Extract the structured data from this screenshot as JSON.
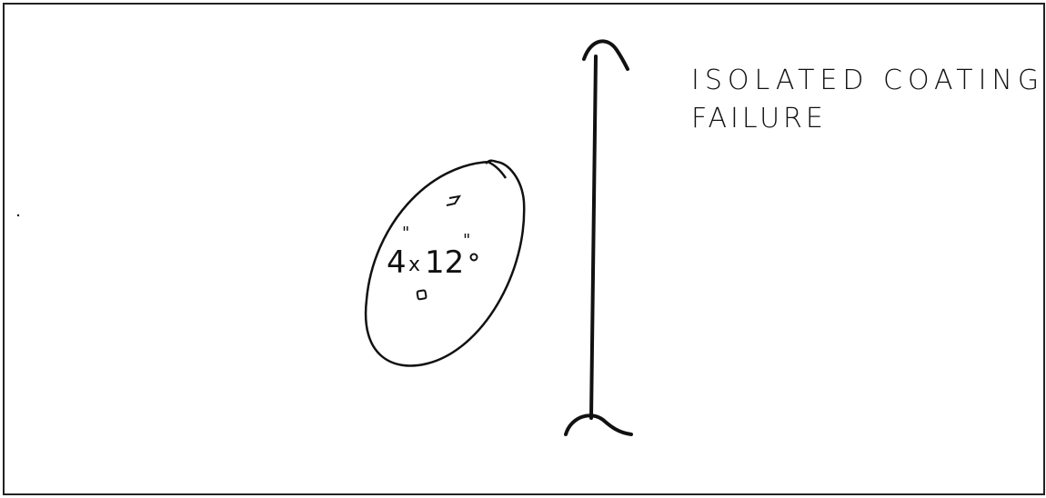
{
  "note": {
    "line1": "ISOLATED COATING",
    "line2": "FAILURE"
  },
  "defect": {
    "dimension_width": "4",
    "dimension_sep": "x",
    "dimension_length": "12",
    "inch_mark": "\""
  },
  "colors": {
    "ink": "#111111",
    "paper": "#ffffff",
    "border": "#222222"
  }
}
